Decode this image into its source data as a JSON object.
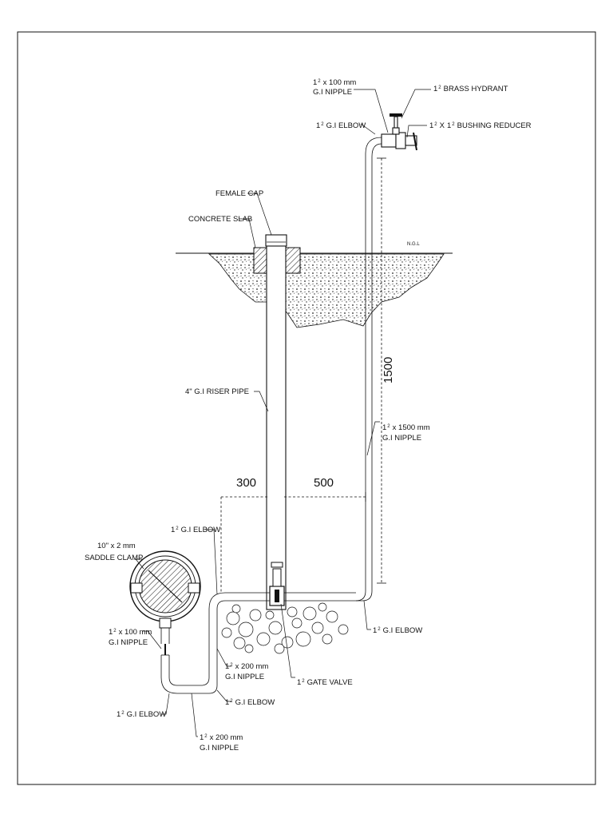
{
  "labels": {
    "brass_hydrant": "BRASS HYDRANT",
    "top_nipple": "x 100 mm",
    "top_nipple_2": "G.I NIPPLE",
    "top_elbow": "G.I ELBOW",
    "bushing_reducer": "BUSHING REDUCER",
    "female_cap": "FEMALE CAP",
    "concrete_slab": "CONCRETE SLAB",
    "ngl": "N.G.L",
    "riser_pipe": "4\" G.I RISER PIPE",
    "vert_nipple": "x 1500 mm",
    "vert_nipple_2": "G.I NIPPLE",
    "upper_left_elbow": "G.I ELBOW",
    "saddle_clamp": "10\" x 2 mm",
    "saddle_clamp_2": "SADDLE CLAMP",
    "left_nipple": "x 100 mm",
    "left_nipple_2": "G.I NIPPLE",
    "mid_nipple": "x 200 mm",
    "mid_nipple_2": "G.I NIPPLE",
    "gate_valve": "GATE VALVE",
    "bottom_right_elbow": "G.I ELBOW",
    "lower_right_elbow": "G.I ELBOW",
    "bottom_left_elbow": "G.I ELBOW",
    "bottom_nipple": "x 200 mm",
    "bottom_nipple_2": "G.I NIPPLE"
  },
  "sizes": {
    "one_half_whole": "1",
    "one_half_frac": "1",
    "one_half_den": "2",
    "half_num": "1",
    "half_den": "2",
    "x_sep": "X"
  },
  "dimensions": {
    "vertical": "1500",
    "left": "300",
    "right": "500"
  }
}
